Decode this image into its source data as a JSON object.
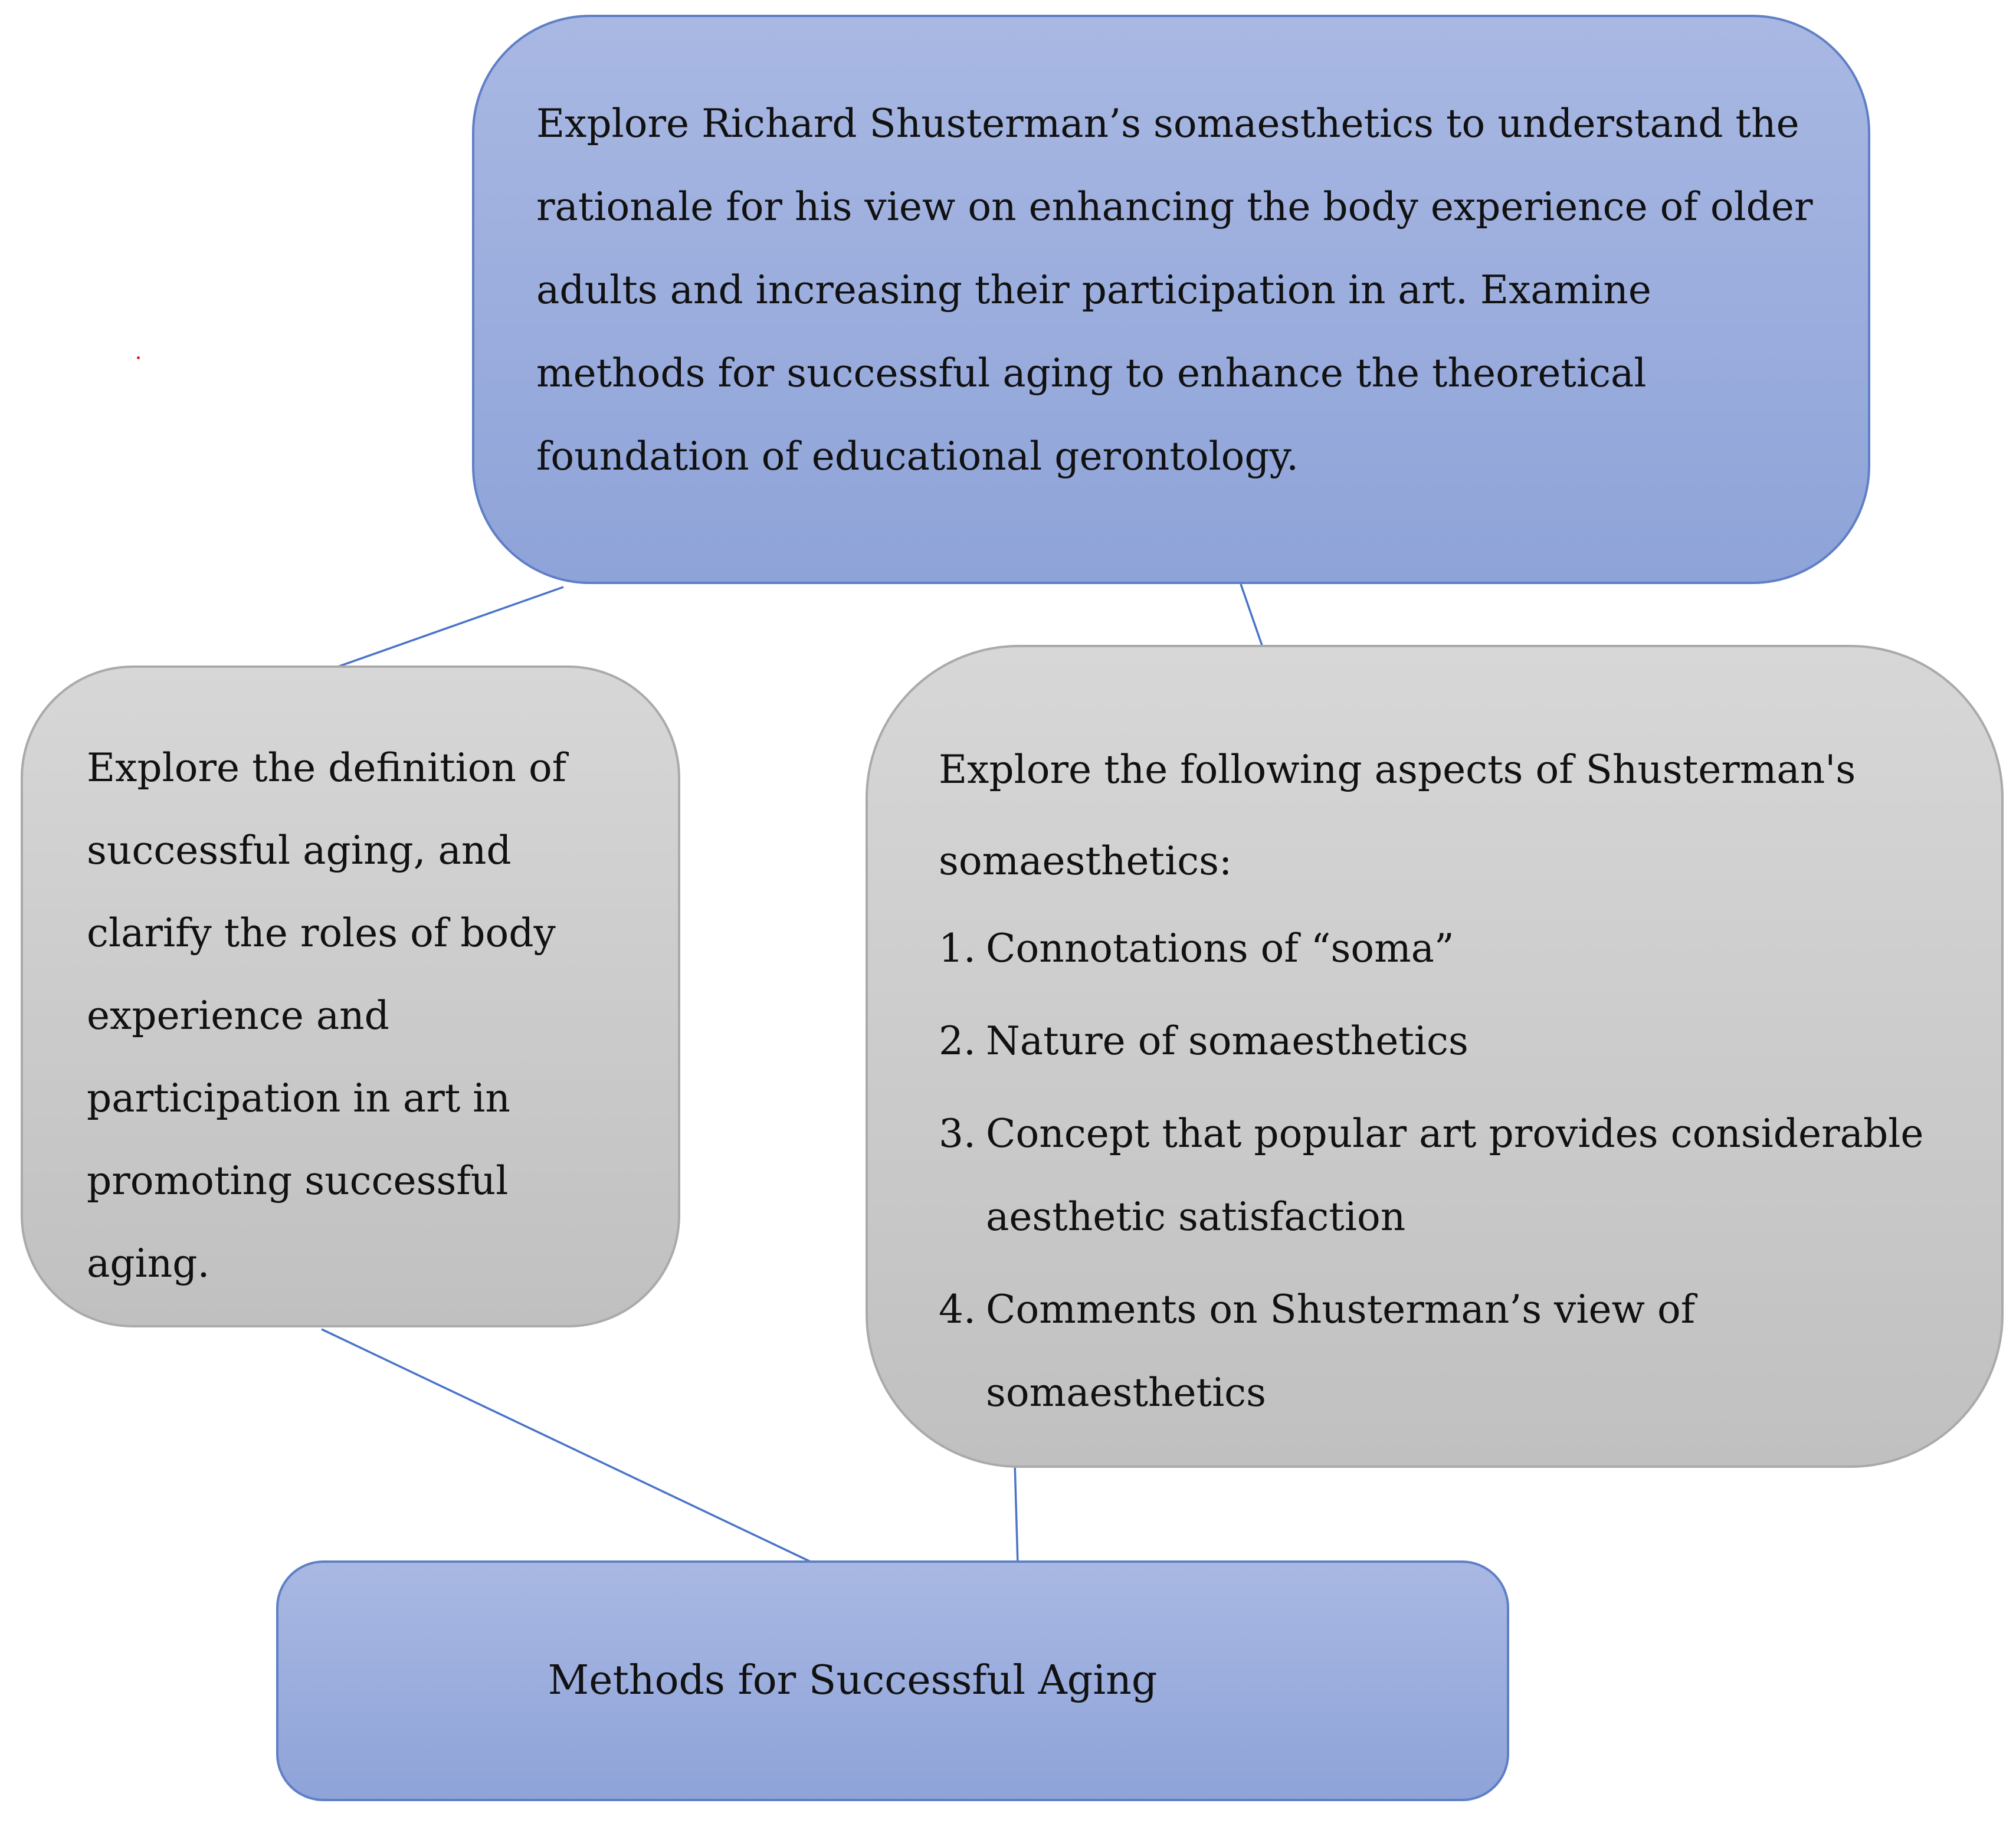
{
  "nodes": {
    "top": {
      "text": "Explore Richard Shusterman’s somaesthetics to understand the rationale for his view on enhancing the body experience of older adults and increasing their participation in art. Examine methods for successful aging to enhance the theoretical foundation of educational gerontology."
    },
    "left": {
      "text": "Explore the definition of successful aging, and clarify the roles of body experience and participation in art in promoting successful aging."
    },
    "right": {
      "intro": "Explore the following aspects of Shusterman's somaesthetics:",
      "items": [
        {
          "num": "1.",
          "text": "Connotations of “soma”"
        },
        {
          "num": "2.",
          "text": "Nature of somaesthetics"
        },
        {
          "num": "3.",
          "text": "Concept that popular art provides considerable aesthetic satisfaction"
        },
        {
          "num": "4.",
          "text": "Comments on Shusterman’s view of somaesthetics"
        }
      ]
    },
    "bottom": {
      "text": "Methods for Successful Aging"
    }
  },
  "colors": {
    "blue_fill_top": "#a9b8e3",
    "blue_fill_bottom": "#8ea3d8",
    "blue_border": "#5f7fc6",
    "gray_fill_top": "#d7d7d7",
    "gray_fill_bottom": "#c0c0c0",
    "gray_border": "#aaaaaa",
    "connector": "#4a74c9"
  }
}
